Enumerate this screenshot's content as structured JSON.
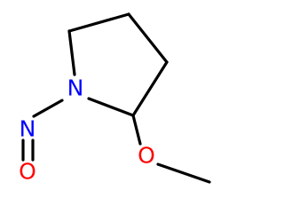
{
  "structure": {
    "atoms": [
      {
        "id": "N1",
        "symbol": "N",
        "color": "#0000ff"
      },
      {
        "id": "N2",
        "symbol": "N",
        "color": "#0000ff"
      },
      {
        "id": "O1",
        "symbol": "O",
        "color": "#ff0000"
      },
      {
        "id": "O2",
        "symbol": "O",
        "color": "#ff0000"
      }
    ],
    "bonds": [
      {
        "from": "N1",
        "to": "C2",
        "order": 1
      },
      {
        "from": "C2",
        "to": "C3",
        "order": 1
      },
      {
        "from": "C3",
        "to": "C4",
        "order": 1
      },
      {
        "from": "C4",
        "to": "C5",
        "order": 1
      },
      {
        "from": "C5",
        "to": "N1",
        "order": 1
      },
      {
        "from": "N1",
        "to": "N2",
        "order": 1
      },
      {
        "from": "N2",
        "to": "O1",
        "order": 2
      },
      {
        "from": "C2",
        "to": "O2",
        "order": 1
      },
      {
        "from": "O2",
        "to": "CH3",
        "order": 1
      }
    ]
  }
}
